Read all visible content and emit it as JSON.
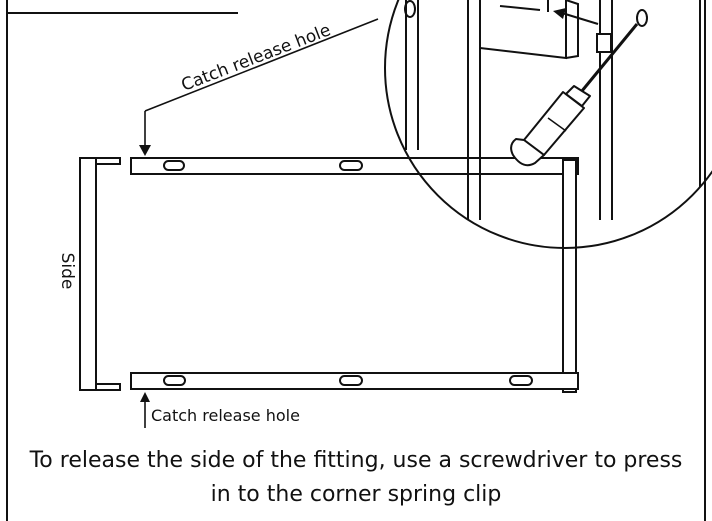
{
  "labels": {
    "catch_release_hole_top": "Catch release hole",
    "catch_release_hole_bottom": "Catch release hole",
    "side": "Side"
  },
  "caption": {
    "line1": "To release the side of the fitting, use a screwdriver to press",
    "line2": "in to the corner spring clip"
  }
}
